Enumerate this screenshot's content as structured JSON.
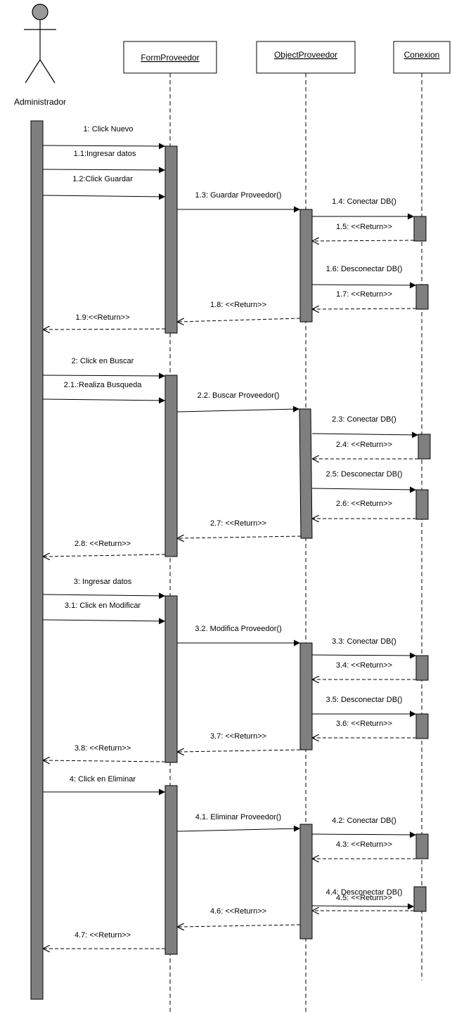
{
  "actor": {
    "label": "Administrador"
  },
  "objects": [
    {
      "id": "form",
      "label": "FormProveedor"
    },
    {
      "id": "object",
      "label": "ObjectProveedor"
    },
    {
      "id": "conexion",
      "label": "Conexion"
    }
  ],
  "messages": [
    {
      "label": "1: Click Nuevo",
      "from": "admin",
      "to": "form",
      "type": "call"
    },
    {
      "label": "1.1:Ingresar datos",
      "from": "admin",
      "to": "form",
      "type": "call"
    },
    {
      "label": "1.2:Click Guardar",
      "from": "admin",
      "to": "form",
      "type": "call"
    },
    {
      "label": "1.3: Guardar Proveedor()",
      "from": "form",
      "to": "object",
      "type": "call"
    },
    {
      "label": "1.4: Conectar DB()",
      "from": "object",
      "to": "conexion",
      "type": "call"
    },
    {
      "label": "1.5: <<Return>>",
      "from": "conexion",
      "to": "object",
      "type": "return"
    },
    {
      "label": "1.6: Desconectar DB()",
      "from": "object",
      "to": "conexion",
      "type": "call"
    },
    {
      "label": "1.7: <<Return>>",
      "from": "conexion",
      "to": "object",
      "type": "return"
    },
    {
      "label": "1.8: <<Return>>",
      "from": "object",
      "to": "form",
      "type": "return"
    },
    {
      "label": "1.9:<<Return>>",
      "from": "form",
      "to": "admin",
      "type": "return"
    },
    {
      "label": "2: Click en Buscar",
      "from": "admin",
      "to": "form",
      "type": "call"
    },
    {
      "label": "2.1.:Realiza Busqueda",
      "from": "admin",
      "to": "form",
      "type": "call"
    },
    {
      "label": "2.2. Buscar Proveedor()",
      "from": "form",
      "to": "object",
      "type": "call"
    },
    {
      "label": "2.3: Conectar DB()",
      "from": "object",
      "to": "conexion",
      "type": "call"
    },
    {
      "label": "2.4: <<Return>>",
      "from": "conexion",
      "to": "object",
      "type": "return"
    },
    {
      "label": "2.5: Desconectar DB()",
      "from": "object",
      "to": "conexion",
      "type": "call"
    },
    {
      "label": "2.6: <<Return>>",
      "from": "conexion",
      "to": "object",
      "type": "return"
    },
    {
      "label": "2.7: <<Return>>",
      "from": "object",
      "to": "form",
      "type": "return"
    },
    {
      "label": "2.8: <<Return>>",
      "from": "form",
      "to": "admin",
      "type": "return"
    },
    {
      "label": "3: Ingresar datos",
      "from": "admin",
      "to": "form",
      "type": "call"
    },
    {
      "label": "3.1: Click en Modificar",
      "from": "admin",
      "to": "form",
      "type": "call"
    },
    {
      "label": "3.2. Modifica Proveedor()",
      "from": "form",
      "to": "object",
      "type": "call"
    },
    {
      "label": "3.3: Conectar DB()",
      "from": "object",
      "to": "conexion",
      "type": "call"
    },
    {
      "label": "3.4: <<Return>>",
      "from": "conexion",
      "to": "object",
      "type": "return"
    },
    {
      "label": "3.5: Desconectar DB()",
      "from": "object",
      "to": "conexion",
      "type": "call"
    },
    {
      "label": "3.6: <<Return>>",
      "from": "conexion",
      "to": "object",
      "type": "return"
    },
    {
      "label": "3.7: <<Return>>",
      "from": "object",
      "to": "form",
      "type": "return"
    },
    {
      "label": "3.8: <<Return>>",
      "from": "form",
      "to": "admin",
      "type": "return"
    },
    {
      "label": "4: Click en Eliminar",
      "from": "admin",
      "to": "form",
      "type": "call"
    },
    {
      "label": "4.1. Eliminar Proveedor()",
      "from": "form",
      "to": "object",
      "type": "call"
    },
    {
      "label": "4.2: Conectar DB()",
      "from": "object",
      "to": "conexion",
      "type": "call"
    },
    {
      "label": "4.3: <<Return>>",
      "from": "conexion",
      "to": "object",
      "type": "return"
    },
    {
      "label": "4.4: Desconectar DB()",
      "from": "object",
      "to": "conexion",
      "type": "call"
    },
    {
      "label": "4.5: <<Return>>",
      "from": "conexion",
      "to": "object",
      "type": "return"
    },
    {
      "label": "4.6: <<Return>>",
      "from": "object",
      "to": "form",
      "type": "return"
    },
    {
      "label": "4.7: <<Return>>",
      "from": "form",
      "to": "admin",
      "type": "return"
    }
  ],
  "colors": {
    "activation": "#7f7f7f",
    "line": "#000000",
    "actor_head": "#9a9a9a"
  }
}
